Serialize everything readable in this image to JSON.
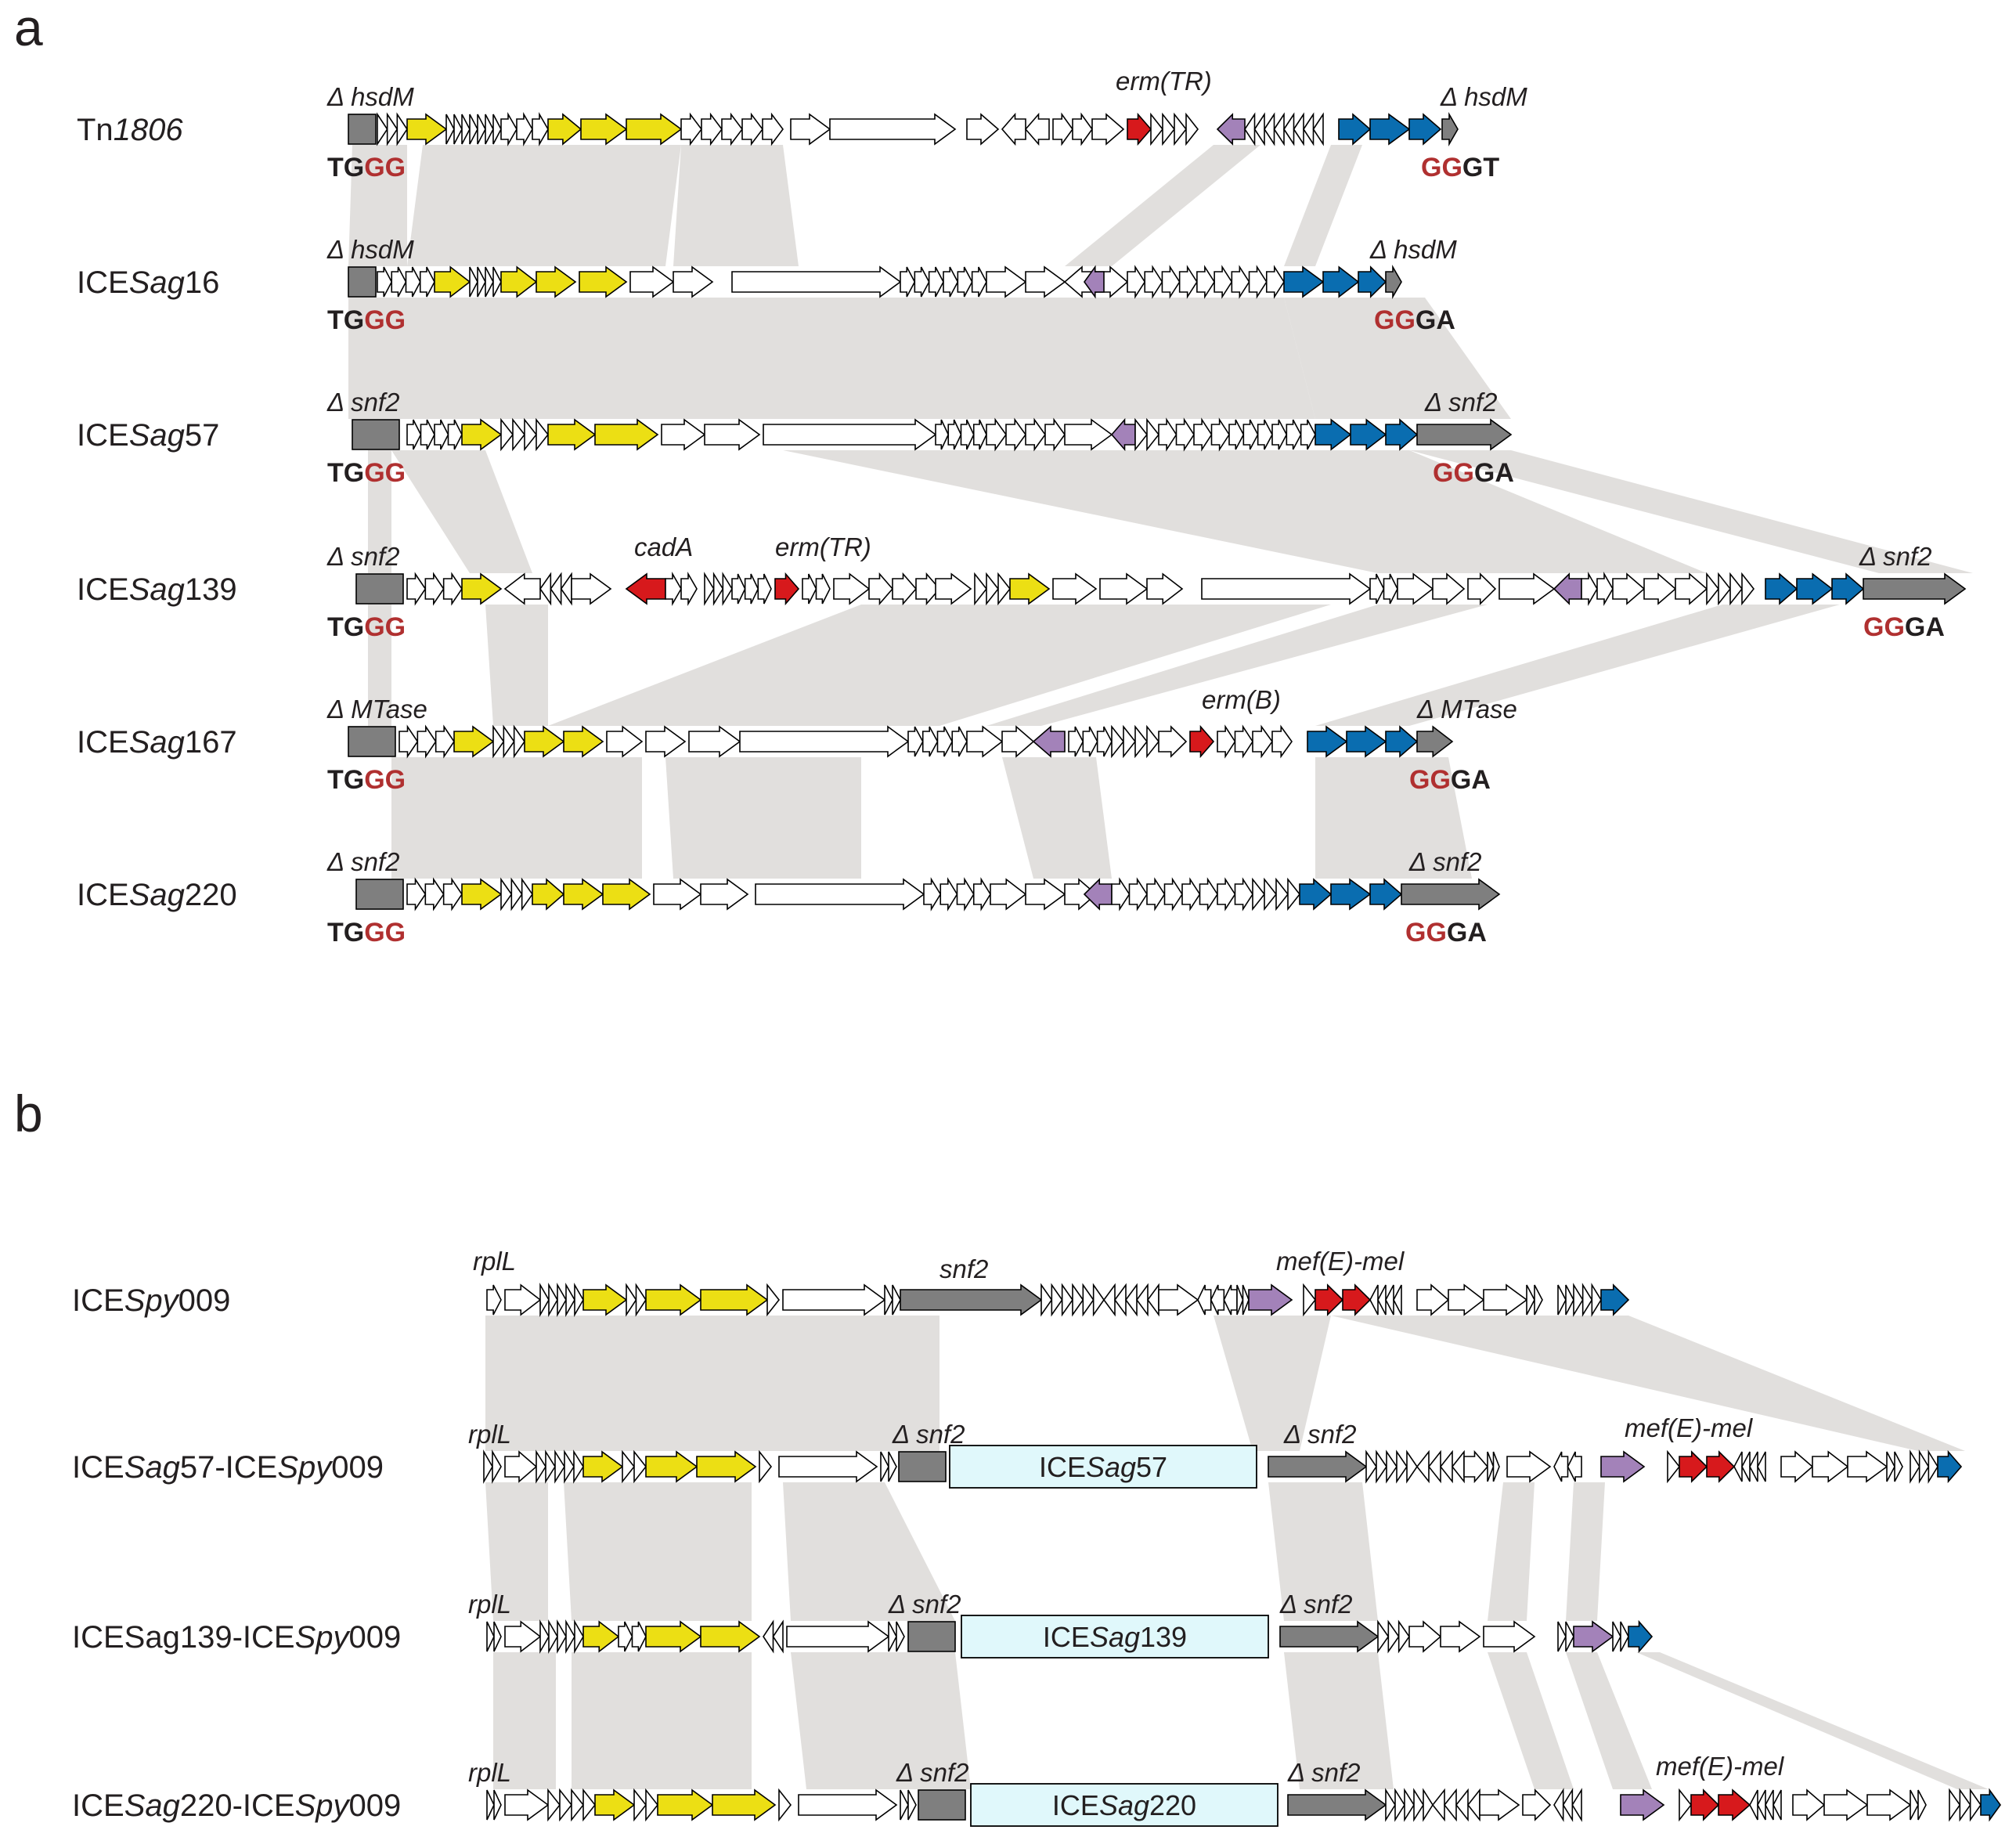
{
  "colors": {
    "yellow": "#ecdf14",
    "red": "#d7191c",
    "blue": "#0a6db0",
    "purple": "#a382b9",
    "gray": "#7f7f7f",
    "white": "#ffffff",
    "band": "#e1dfdd",
    "box": "#e0f8fb",
    "site_red": "#b03030",
    "site_dark": "#231f20"
  },
  "panel_a": {
    "label": "a",
    "tracks": [
      {
        "name": [
          {
            "t": "Tn"
          },
          {
            "t": "1806",
            "i": true
          }
        ],
        "left_label": "Δ hsdM",
        "right_label": "Δ hsdM",
        "gene_labels": [
          "erm(TR)"
        ],
        "site_left": [
          {
            "t": "TG",
            "c": "dark"
          },
          {
            "t": "GG",
            "c": "red"
          }
        ],
        "site_right": [
          {
            "t": "GG",
            "c": "red"
          },
          {
            "t": "GT",
            "c": "dark"
          }
        ]
      },
      {
        "name": [
          {
            "t": "ICE"
          },
          {
            "t": "Sag",
            "i": true
          },
          {
            "t": "16"
          }
        ],
        "left_label": "Δ hsdM",
        "right_label": "Δ hsdM",
        "gene_labels": [],
        "site_left": [
          {
            "t": "TG",
            "c": "dark"
          },
          {
            "t": "GG",
            "c": "red"
          }
        ],
        "site_right": [
          {
            "t": "GG",
            "c": "red"
          },
          {
            "t": "GA",
            "c": "dark"
          }
        ]
      },
      {
        "name": [
          {
            "t": "ICE"
          },
          {
            "t": "Sag",
            "i": true
          },
          {
            "t": "57"
          }
        ],
        "left_label": "Δ snf2",
        "right_label": "Δ snf2",
        "gene_labels": [],
        "site_left": [
          {
            "t": "TG",
            "c": "dark"
          },
          {
            "t": "GG",
            "c": "red"
          }
        ],
        "site_right": [
          {
            "t": "GG",
            "c": "red"
          },
          {
            "t": "GA",
            "c": "dark"
          }
        ]
      },
      {
        "name": [
          {
            "t": "ICE"
          },
          {
            "t": "Sag",
            "i": true
          },
          {
            "t": "139"
          }
        ],
        "left_label": "Δ snf2",
        "right_label": "Δ snf2",
        "gene_labels": [
          "cadA",
          "erm(TR)"
        ],
        "site_left": [
          {
            "t": "TG",
            "c": "dark"
          },
          {
            "t": "GG",
            "c": "red"
          }
        ],
        "site_right": [
          {
            "t": "GG",
            "c": "red"
          },
          {
            "t": "GA",
            "c": "dark"
          }
        ]
      },
      {
        "name": [
          {
            "t": "ICE"
          },
          {
            "t": "Sag",
            "i": true
          },
          {
            "t": "167"
          }
        ],
        "left_label": "Δ MTase",
        "right_label": "Δ MTase",
        "gene_labels": [
          "erm(B)"
        ],
        "site_left": [
          {
            "t": "TG",
            "c": "dark"
          },
          {
            "t": "GG",
            "c": "red"
          }
        ],
        "site_right": [
          {
            "t": "GG",
            "c": "red"
          },
          {
            "t": "GA",
            "c": "dark"
          }
        ]
      },
      {
        "name": [
          {
            "t": "ICE"
          },
          {
            "t": "Sag",
            "i": true
          },
          {
            "t": "220"
          }
        ],
        "left_label": "Δ snf2",
        "right_label": "Δ snf2",
        "gene_labels": [],
        "site_left": [
          {
            "t": "TG",
            "c": "dark"
          },
          {
            "t": "GG",
            "c": "red"
          }
        ],
        "site_right": [
          {
            "t": "GG",
            "c": "red"
          },
          {
            "t": "GA",
            "c": "dark"
          }
        ]
      }
    ]
  },
  "panel_b": {
    "label": "b",
    "tracks": [
      {
        "name": [
          {
            "t": "ICE"
          },
          {
            "t": "Spy",
            "i": true
          },
          {
            "t": "009"
          }
        ],
        "labels": [
          "rplL",
          "snf2",
          "mef(E)-mel"
        ],
        "box": null
      },
      {
        "name": [
          {
            "t": "ICE"
          },
          {
            "t": "Sag",
            "i": true
          },
          {
            "t": "57-ICE"
          },
          {
            "t": "Spy",
            "i": true
          },
          {
            "t": "009"
          }
        ],
        "labels": [
          "rplL",
          "Δ snf2",
          "Δ snf2",
          "mef(E)-mel"
        ],
        "box": [
          {
            "t": "ICE"
          },
          {
            "t": "Sag",
            "i": true
          },
          {
            "t": "57"
          }
        ]
      },
      {
        "name": [
          {
            "t": "ICESag139-ICE"
          },
          {
            "t": "Spy",
            "i": true
          },
          {
            "t": "009"
          }
        ],
        "labels": [
          "rplL",
          "Δ snf2",
          "Δ snf2"
        ],
        "box": [
          {
            "t": "ICE"
          },
          {
            "t": "Sag",
            "i": true
          },
          {
            "t": "139"
          }
        ]
      },
      {
        "name": [
          {
            "t": "ICE"
          },
          {
            "t": "Sag",
            "i": true
          },
          {
            "t": "220-ICE"
          },
          {
            "t": "Spy",
            "i": true
          },
          {
            "t": "009"
          }
        ],
        "labels": [
          "rplL",
          "Δ snf2",
          "Δ snf2",
          "mef(E)-mel"
        ],
        "box": [
          {
            "t": "ICE"
          },
          {
            "t": "Sag",
            "i": true
          },
          {
            "t": "220"
          }
        ]
      }
    ]
  }
}
